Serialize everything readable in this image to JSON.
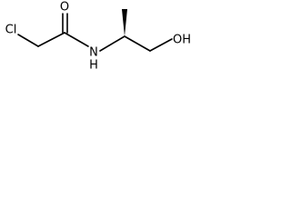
{
  "molecule": {
    "atoms": {
      "cl": "Cl",
      "o_carbonyl": "O",
      "n": "N",
      "h_amide": "H",
      "oh": "OH"
    },
    "stereo": "wedge"
  }
}
